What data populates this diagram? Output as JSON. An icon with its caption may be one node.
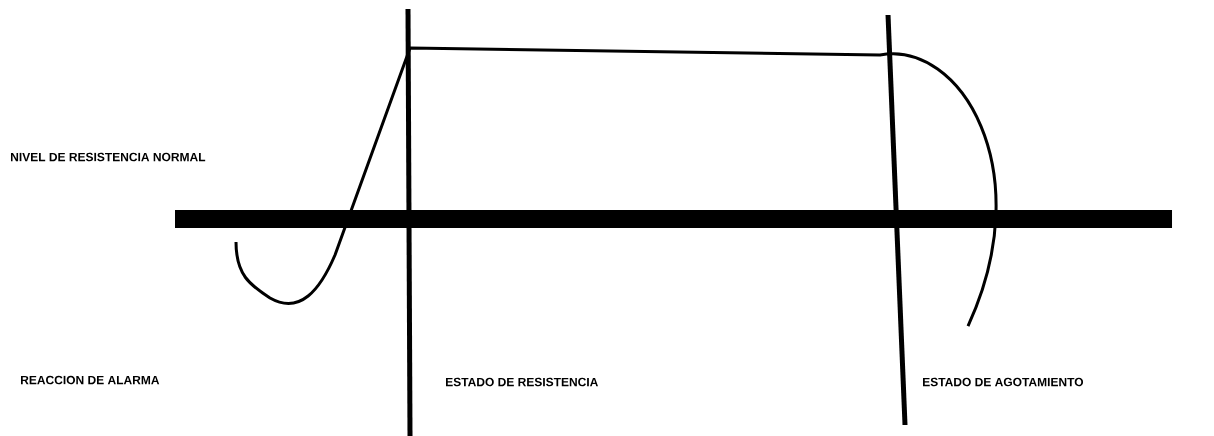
{
  "diagram": {
    "labels": [
      "NIVEL DE RESISTENCIA NORMAL",
      "REACCION DE ALARMA",
      "ESTADO DE RESISTENCIA",
      "ESTADO DE AGOTAMIENTO"
    ]
  }
}
